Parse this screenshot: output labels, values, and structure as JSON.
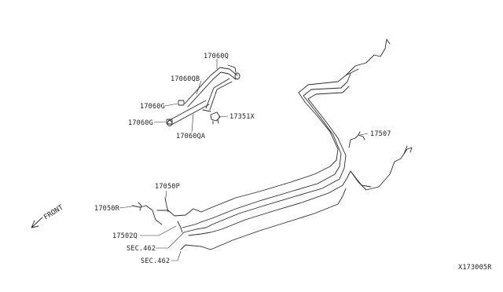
{
  "diagram": {
    "front_label": "FRONT",
    "drawing_number": "X173005R",
    "callouts": {
      "hose_upper": "17060Q",
      "hose_mid": "17060QB",
      "clip_a": "17060G",
      "clip_b": "17060G",
      "hose_lower": "17060QA",
      "connector": "17351X",
      "vent_tube": "17507",
      "tube_p": "17050P",
      "tube_r": "17050R",
      "tube_q": "17502Q",
      "sec_upper": "SEC.462",
      "sec_lower": "SEC.462"
    }
  }
}
